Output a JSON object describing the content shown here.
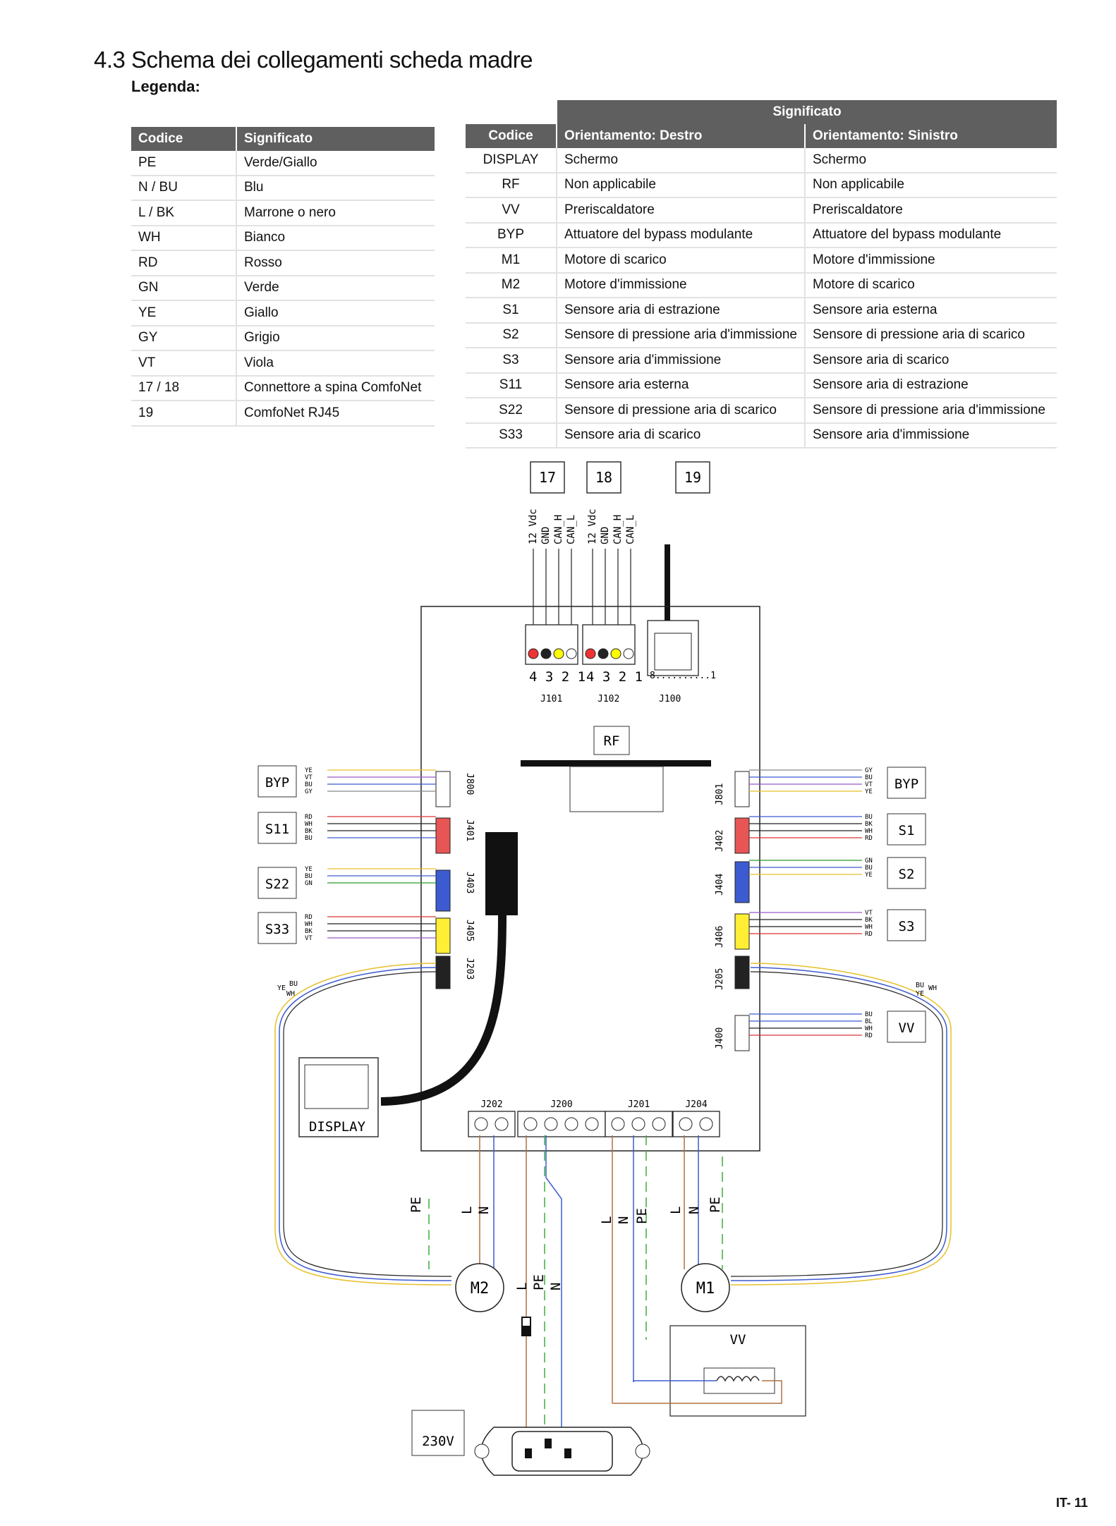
{
  "section_title": "4.3 Schema dei collegamenti scheda madre",
  "legend_label": "Legenda:",
  "colors_table": {
    "headers": [
      "Codice",
      "Significato"
    ],
    "rows": [
      [
        "PE",
        "Verde/Giallo"
      ],
      [
        "N / BU",
        "Blu"
      ],
      [
        "L / BK",
        "Marrone o nero"
      ],
      [
        "WH",
        "Bianco"
      ],
      [
        "RD",
        "Rosso"
      ],
      [
        "GN",
        "Verde"
      ],
      [
        "YE",
        "Giallo"
      ],
      [
        "GY",
        "Grigio"
      ],
      [
        "VT",
        "Viola"
      ],
      [
        "17 / 18",
        "Connettore a spina ComfoNet"
      ],
      [
        "19",
        "ComfoNet RJ45"
      ]
    ]
  },
  "components_table": {
    "group_header": "Significato",
    "headers": [
      "Codice",
      "Orientamento: Destro",
      "Orientamento: Sinistro"
    ],
    "rows": [
      [
        "DISPLAY",
        "Schermo",
        "Schermo"
      ],
      [
        "RF",
        "Non applicabile",
        "Non applicabile"
      ],
      [
        "VV",
        "Preriscaldatore",
        "Preriscaldatore"
      ],
      [
        "BYP",
        "Attuatore del bypass modulante",
        "Attuatore del bypass modulante"
      ],
      [
        "M1",
        "Motore di scarico",
        "Motore d'immissione"
      ],
      [
        "M2",
        "Motore d'immissione",
        "Motore di scarico"
      ],
      [
        "S1",
        "Sensore aria di estrazione",
        "Sensore aria esterna"
      ],
      [
        "S2",
        "Sensore di pressione aria d'immissione",
        "Sensore di pressione aria di scarico"
      ],
      [
        "S3",
        "Sensore aria d'immissione",
        "Sensore aria di scarico"
      ],
      [
        "S11",
        "Sensore aria esterna",
        "Sensore aria di estrazione"
      ],
      [
        "S22",
        "Sensore di pressione aria di scarico",
        "Sensore di pressione aria d'immissione"
      ],
      [
        "S33",
        "Sensore aria di scarico",
        "Sensore aria d'immissione"
      ]
    ]
  },
  "diagram": {
    "top_boxes": [
      "17",
      "18",
      "19"
    ],
    "comfonet_pins": [
      "12 Vdc",
      "GND",
      "CAN_H",
      "CAN_L"
    ],
    "pin_numbers": "4 3 2 1",
    "rj45_numbers": "8..........1",
    "connectors_top": [
      "J101",
      "J102",
      "J100"
    ],
    "rf_label": "RF",
    "left_devices": [
      "BYP",
      "S11",
      "S22",
      "S33"
    ],
    "right_devices": [
      "BYP",
      "S1",
      "S2",
      "S3",
      "VV"
    ],
    "left_connectors": [
      "J800",
      "J401",
      "J403",
      "J405",
      "J203"
    ],
    "right_connectors": [
      "J801",
      "J402",
      "J404",
      "J406",
      "J205",
      "J400"
    ],
    "wires_byp_left": [
      "YE",
      "VT",
      "BU",
      "GY"
    ],
    "wires_s11": [
      "RD",
      "WH",
      "BK",
      "BU"
    ],
    "wires_s22": [
      "YE",
      "BU",
      "GN"
    ],
    "wires_s33": [
      "RD",
      "WH",
      "BK",
      "VT"
    ],
    "wires_byp_right": [
      "GY",
      "BU",
      "VT",
      "YE"
    ],
    "wires_s1": [
      "BU",
      "BK",
      "WH",
      "RD"
    ],
    "wires_s2": [
      "GN",
      "BU",
      "YE"
    ],
    "wires_s3": [
      "VT",
      "BK",
      "WH",
      "RD"
    ],
    "wires_vv": [
      "BU",
      "BL",
      "WH",
      "RD"
    ],
    "j203_wires": [
      "YE",
      "BU",
      "WH"
    ],
    "j205_wires": [
      "BU",
      "WH",
      "YE"
    ],
    "bottom_connectors": [
      "J202",
      "J200",
      "J201",
      "J204"
    ],
    "display_label": "DISPLAY",
    "motors": [
      "M2",
      "M1"
    ],
    "vv_label": "VV",
    "power_label": "230V",
    "line_labels": [
      "PE",
      "L",
      "N"
    ]
  },
  "page_number": "IT- 11"
}
